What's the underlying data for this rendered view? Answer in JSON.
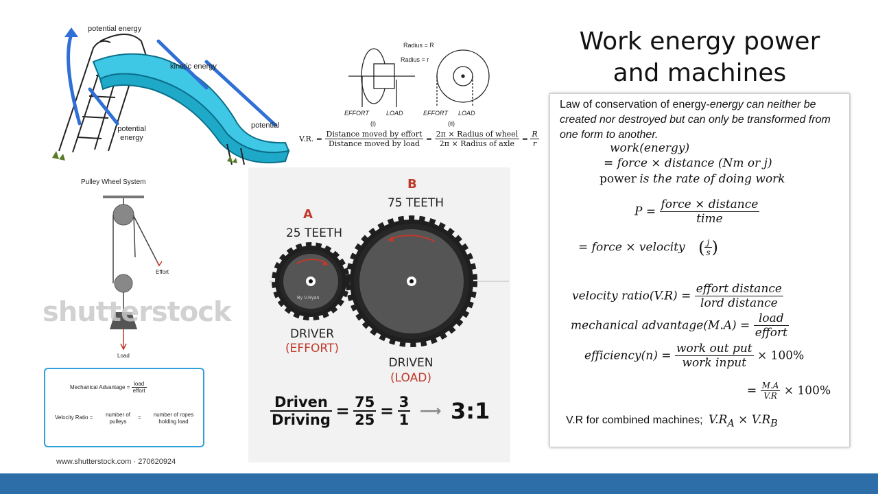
{
  "title": {
    "line1": "Work energy power",
    "line2": "and machines"
  },
  "notes": {
    "law_prefix": "Law of conservation of energy-",
    "law_italic": "energy can neither be created nor destroyed but can only be transformed from one form to another.",
    "work_line1": "work(energy)",
    "work_line2": "= force × distance (Nm  or  j)",
    "power_word": "power",
    "power_def": "is the rate of doing work",
    "p_lhs": "P =",
    "p_num": "force × distance",
    "p_den": "time",
    "p_vel": "= force  × velocity",
    "p_unit_num": "j",
    "p_unit_den": "s",
    "vr_lhs": "velocity ratio(V.R) =",
    "vr_num": "effort distance",
    "vr_den": "lord distance",
    "ma_lhs": "mechanical advantage(M.A) =",
    "ma_num": "load",
    "ma_den": "effort",
    "eff_lhs": "efficiency(n) =",
    "eff_num": "work out put",
    "eff_den": "work input",
    "eff_pct": "× 100%",
    "eff2_eq": "=",
    "eff2_num": "M.A",
    "eff2_den": "V.R",
    "eff2_pct": "× 100%",
    "combined_text": "V.R for combined machines;",
    "combined_formula": "V.R",
    "sub_a": "A",
    "times": " × V.R",
    "sub_b": "B"
  },
  "slide_image": {
    "potential_top": "potential energy",
    "kinetic": "kinetic energy",
    "potential_left": "potential energy",
    "potential_right": "potential"
  },
  "wheel_axle": {
    "radius_R": "Radius = R",
    "radius_r": "Radius = r",
    "effort1": "EFFORT",
    "load1": "LOAD",
    "effort2": "EFFORT",
    "load2": "LOAD",
    "label_i": "(i)",
    "label_ii": "(ii)",
    "vr_label": "V.R. =",
    "f1_num": "Distance moved by effort",
    "f1_den": "Distance moved by load",
    "f2_num": "2π × Radius of wheel",
    "f2_den": "2π × Radius of axle",
    "f3_num": "R",
    "f3_den": "r",
    "eq": "="
  },
  "pulley": {
    "title": "Pulley Wheel System",
    "effort": "Effort",
    "load": "Load",
    "watermark": "shutterstock",
    "ma_label": "Mechanical Advantage =",
    "ma_num": "load",
    "ma_den": "effort",
    "vr_label": "Velocity Ratio =",
    "vr_a": "number of pulleys",
    "vr_eq": "=",
    "vr_b": "number of ropes holding load",
    "footer": "www.shutterstock.com · 270620924"
  },
  "gears": {
    "a_letter": "A",
    "b_letter": "B",
    "a_teeth": "25  TEETH",
    "b_teeth": "75 TEETH",
    "driver": "DRIVER",
    "effort": "(EFFORT)",
    "driven": "DRIVEN",
    "load": "(LOAD)",
    "credit": "By V.Ryan",
    "ratio_num": "Driven",
    "ratio_den": "Driving",
    "n1": "75",
    "d1": "25",
    "n2": "3",
    "d2": "1",
    "eq": "=",
    "result": "3:1"
  },
  "colors": {
    "bottom_bar": "#2e6ea8",
    "slide": "#3fc8e6",
    "arrow_blue": "#2f6fd6",
    "gear_red": "#c0392b"
  }
}
